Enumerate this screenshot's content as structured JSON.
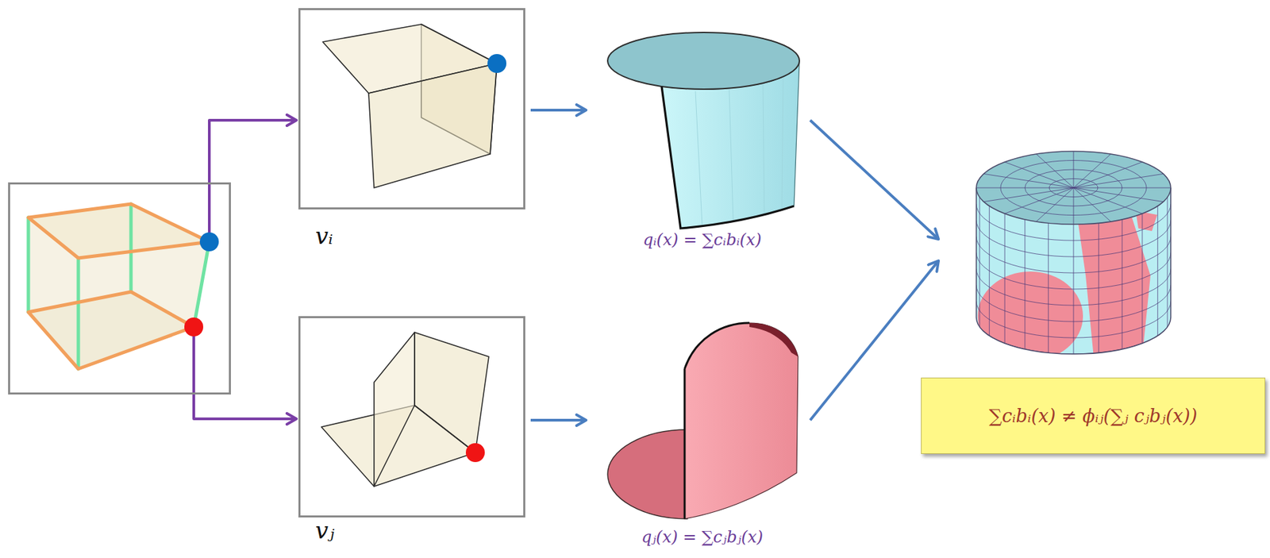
{
  "diagram": {
    "nodes": [
      {
        "text": []
      },
      {
        "text": [
          "vᵢ"
        ]
      },
      {
        "text": [
          "vⱼ"
        ]
      },
      {
        "text": [
          "qᵢ(x) = ∑cᵢbᵢ(x)"
        ]
      },
      {
        "text": [
          "qⱼ(x) = ∑cⱼbⱼ(x)"
        ]
      },
      {
        "text": []
      },
      {
        "text": [
          "∑cᵢbᵢ(x) ≠ ϕᵢⱼ(∑ⱼ cⱼbⱼ(x))"
        ]
      }
    ],
    "edges": [
      {
        "from": 0,
        "to": 1,
        "arrow": "to"
      },
      {
        "from": 0,
        "to": 2,
        "arrow": "to"
      },
      {
        "from": 1,
        "to": 3,
        "arrow": "to"
      },
      {
        "from": 2,
        "to": 4,
        "arrow": "to"
      },
      {
        "from": 3,
        "to": 5,
        "arrow": "to"
      },
      {
        "from": 4,
        "to": 5,
        "arrow": "to"
      }
    ]
  }
}
